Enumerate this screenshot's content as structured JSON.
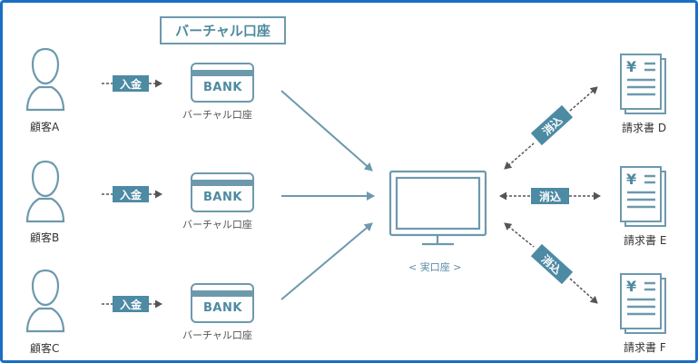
{
  "title": "バーチャル口座",
  "customers": [
    {
      "label": "顧客A"
    },
    {
      "label": "顧客B"
    },
    {
      "label": "顧客C"
    }
  ],
  "deposit_label": "入金",
  "bank_card_text": "BANK",
  "virtual_account_label": "バーチャル口座",
  "real_account_label": "< 実口座 >",
  "reconcile_label": "消込",
  "invoices": [
    {
      "label": "請求書 D"
    },
    {
      "label": "請求書 E"
    },
    {
      "label": "請求書 F"
    }
  ],
  "yen_symbol": "¥",
  "colors": {
    "accent": "#4d8aa3",
    "frame": "#1b6fc2",
    "icon_stroke": "#6d99ad"
  }
}
